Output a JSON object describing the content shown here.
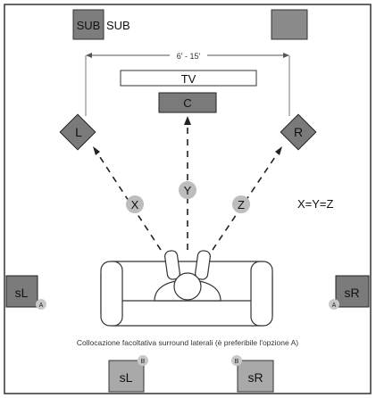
{
  "room": {
    "subwoofers": {
      "left_label": "SUB",
      "right_label": ""
    },
    "subwoofer_extra_label": "SUB",
    "distance_label": "6' - 15'",
    "tv_label": "TV",
    "speakers": {
      "center": "C",
      "front_left": "L",
      "front_right": "R",
      "surround_left_a": "sL",
      "surround_right_a": "sR",
      "surround_left_b": "sL",
      "surround_right_b": "sR"
    },
    "distance_markers": {
      "x": "X",
      "y": "Y",
      "z": "Z"
    },
    "equation": "X=Y=Z",
    "option_badges": {
      "a": "A",
      "b": "B"
    },
    "caption": "Collocazione facoltativa surround laterali (è preferibile l'opzione A)"
  },
  "colors": {
    "speaker_dark": "#7a7a7a",
    "speaker_light": "#a9a9a9",
    "outline": "#2a2a2a",
    "badge": "#c8c8c8",
    "marker": "#bdbdbd"
  }
}
